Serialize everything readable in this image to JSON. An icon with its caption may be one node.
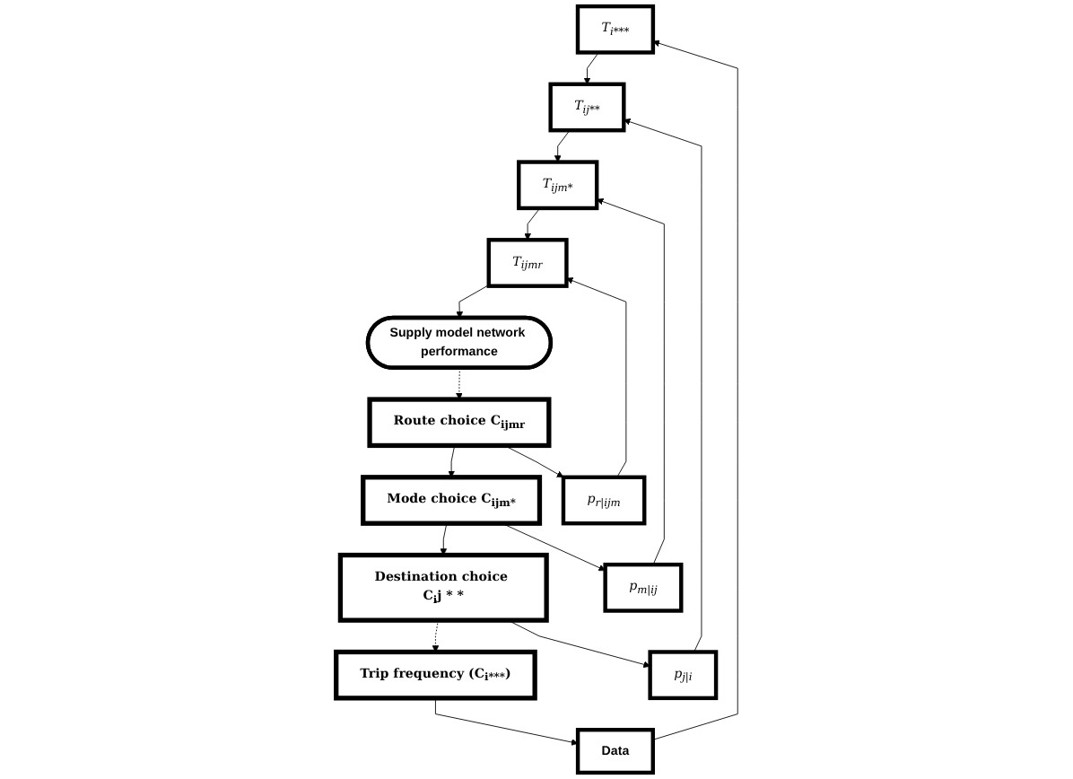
{
  "diagram": {
    "nodes": [
      {
        "text": [
          "T$_{i***}$"
        ]
      },
      {
        "text": [
          "Data"
        ]
      },
      {
        "text": [
          "Trip frequency (C$_{i***}$)"
        ]
      },
      {
        "text": [
          "T$_{ij**}$"
        ]
      },
      {
        "text": [
          "p$_{j|i}$"
        ]
      },
      {
        "text": [
          "Destination choice C$_{i}$j * *"
        ]
      },
      {
        "text": [
          "T$_{ijm*}$"
        ]
      },
      {
        "text": [
          "p$_{m|ij}$"
        ]
      },
      {
        "text": [
          "Mode choice C$_{ijm*}$"
        ]
      },
      {
        "text": [
          "T$_{ijmr}$"
        ]
      },
      {
        "text": [
          "p$_{r|ijm}$"
        ]
      },
      {
        "text": [
          "Route choice C$_{ijmr}$"
        ]
      },
      {
        "text": [
          "Supply model network performance"
        ]
      }
    ],
    "edges": [
      {
        "from": 1,
        "to": 0,
        "arrow": "to"
      },
      {
        "from": 2,
        "to": 1,
        "arrow": "to"
      },
      {
        "from": 0,
        "to": 3,
        "arrow": "to"
      },
      {
        "from": 4,
        "to": 3,
        "arrow": "to"
      },
      {
        "from": 5,
        "to": 4,
        "arrow": "to"
      },
      {
        "from": 5,
        "to": 2,
        "arrow": "to",
        "style": "dashed"
      },
      {
        "from": 3,
        "to": 6,
        "arrow": "to"
      },
      {
        "from": 7,
        "to": 6,
        "arrow": "to"
      },
      {
        "from": 8,
        "to": 7,
        "arrow": "to"
      },
      {
        "from": 8,
        "to": 5,
        "arrow": "to"
      },
      {
        "from": 6,
        "to": 9,
        "arrow": "to"
      },
      {
        "from": 10,
        "to": 9,
        "arrow": "to"
      },
      {
        "from": 11,
        "to": 10,
        "arrow": "to"
      },
      {
        "from": 11,
        "to": 8,
        "arrow": "to"
      },
      {
        "from": 9,
        "to": 12,
        "arrow": "to"
      },
      {
        "from": 12,
        "to": 11,
        "arrow": "to",
        "style": "dashed"
      }
    ]
  }
}
